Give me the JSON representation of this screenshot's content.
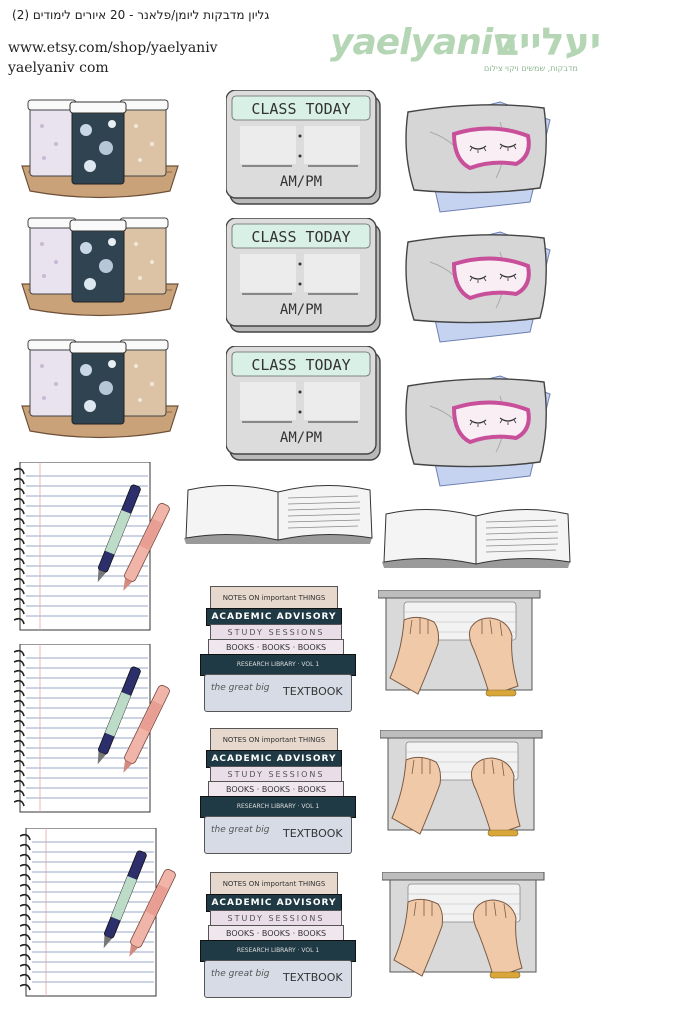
{
  "header": {
    "hebrew_title": "גליון מדבקות ליומן/פלאנר - 20 איורים לימודים (2)",
    "url": "www.etsy.com/shop/yaelyaniv",
    "site": "yaelyaniv com"
  },
  "logo": {
    "en": "yaelyaniv",
    "he": "יעלייב",
    "tagline": "מדבקות, שמשים ויקוי צילום"
  },
  "class_today": {
    "title": "CLASS TODAY",
    "ampm": "AM/PM"
  },
  "books": {
    "b1": "NOTES ON important THINGS",
    "b2": "ACADEMIC ADVISORY",
    "b3": "STUDY SESSIONS",
    "b4": "BOOKS · BOOKS · BOOKS",
    "b5": "RESEARCH LIBRARY · VOL 1",
    "b6_script": "the great big",
    "b6": "TEXTBOOK"
  },
  "colors": {
    "mint": "#d9f0e6",
    "navy": "#1f3a44",
    "pink_mask": "#c8509a",
    "cup_kraft": "#d8b896",
    "logo_green": "#b5d6b4"
  }
}
